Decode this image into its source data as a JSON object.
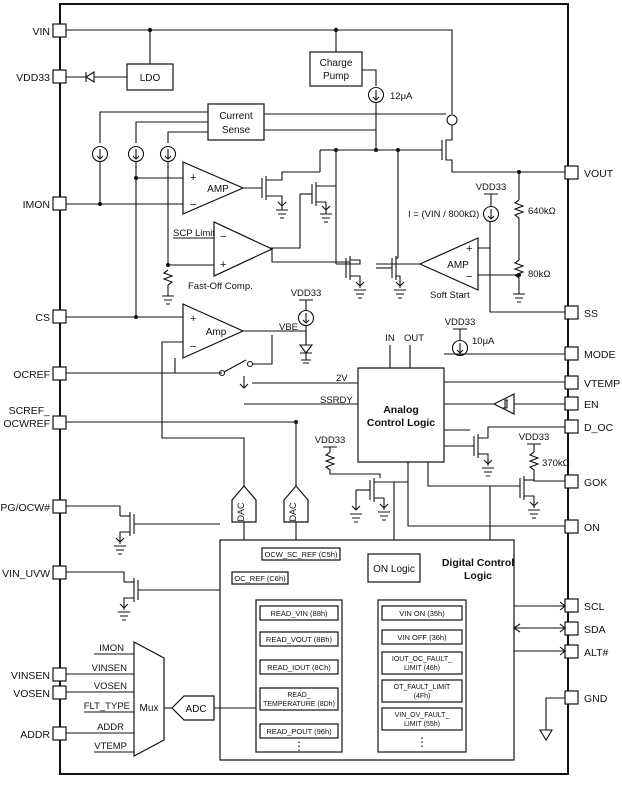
{
  "pins_left": [
    {
      "id": "vin",
      "label": "VIN"
    },
    {
      "id": "vdd33",
      "label": "VDD33"
    },
    {
      "id": "imon",
      "label": "IMON"
    },
    {
      "id": "cs",
      "label": "CS"
    },
    {
      "id": "ocref",
      "label": "OCREF"
    },
    {
      "id": "scref1",
      "label": "SCREF_"
    },
    {
      "id": "scref2",
      "label": "OCWREF"
    },
    {
      "id": "pgocw",
      "label": "PG/OCW#"
    },
    {
      "id": "vinuvw",
      "label": "VIN_UVW"
    },
    {
      "id": "vinsen",
      "label": "VINSEN"
    },
    {
      "id": "vosen",
      "label": "VOSEN"
    },
    {
      "id": "addr",
      "label": "ADDR"
    }
  ],
  "pins_right": [
    {
      "id": "vout",
      "label": "VOUT"
    },
    {
      "id": "ss",
      "label": "SS"
    },
    {
      "id": "mode",
      "label": "MODE"
    },
    {
      "id": "vtemp",
      "label": "VTEMP"
    },
    {
      "id": "en",
      "label": "EN"
    },
    {
      "id": "doc",
      "label": "D_OC"
    },
    {
      "id": "gok",
      "label": "GOK"
    },
    {
      "id": "on",
      "label": "ON"
    },
    {
      "id": "scl",
      "label": "SCL"
    },
    {
      "id": "sda",
      "label": "SDA"
    },
    {
      "id": "alt",
      "label": "ALT#"
    },
    {
      "id": "gnd",
      "label": "GND"
    }
  ],
  "blocks": {
    "ldo": "LDO",
    "charge_pump_1": "Charge",
    "charge_pump_2": "Pump",
    "current_sense_1": "Current",
    "current_sense_2": "Sense",
    "amp_top": "AMP",
    "amp_ss": "AMP",
    "amp_cs": "Amp",
    "analog_logic_1": "Analog",
    "analog_logic_2": "Control Logic",
    "digital_logic_1": "Digital Control",
    "digital_logic_2": "Logic",
    "on_logic": "ON Logic",
    "adc": "ADC",
    "mux": "Mux",
    "dac": "DAC"
  },
  "labels": {
    "i_12ua": "12μA",
    "i_10ua": "10μA",
    "vdd33": "VDD33",
    "i_formula": "I = (VIN / 800kΩ)",
    "r640": "640kΩ",
    "r80": "80kΩ",
    "r370": "370kΩ",
    "scp_limit": "SCP Limit",
    "fast_off": "Fast-Off Comp.",
    "soft_start": "Soft Start",
    "vbe": "VBE",
    "in": "IN",
    "out": "OUT",
    "v2": "2V",
    "ssrdy": "SSRDY",
    "oc_ref": "OC_REF (C6h)",
    "ocw_sc_ref": "OCW_SC_REF (C5h)",
    "plus": "+",
    "minus": "−"
  },
  "mux_inputs": [
    "IMON",
    "VINSEN",
    "VOSEN",
    "FLT_TYPE",
    "ADDR",
    "VTEMP"
  ],
  "read_registers": [
    "READ_VIN (88h)",
    "READ_VOUT (8Bh)",
    "READ_IOUT (8Ch)",
    "READ_TEMPERATURE (8Dh)",
    "READ_POUT (96h)"
  ],
  "read_temp_lines": [
    "READ_",
    "TEMPERATURE (8Dh)"
  ],
  "limit_registers": [
    "VIN ON (35h)",
    "VIN OFF (36h)"
  ],
  "limit_multi": [
    [
      "IOUT_OC_FAULT_",
      "LIMIT (46h)"
    ],
    [
      "OT_FAULT_LIMIT",
      "(4Fh)"
    ],
    [
      "VIN_OV_FAULT_",
      "LIMIT (55h)"
    ]
  ],
  "ellipsis": "⋮"
}
